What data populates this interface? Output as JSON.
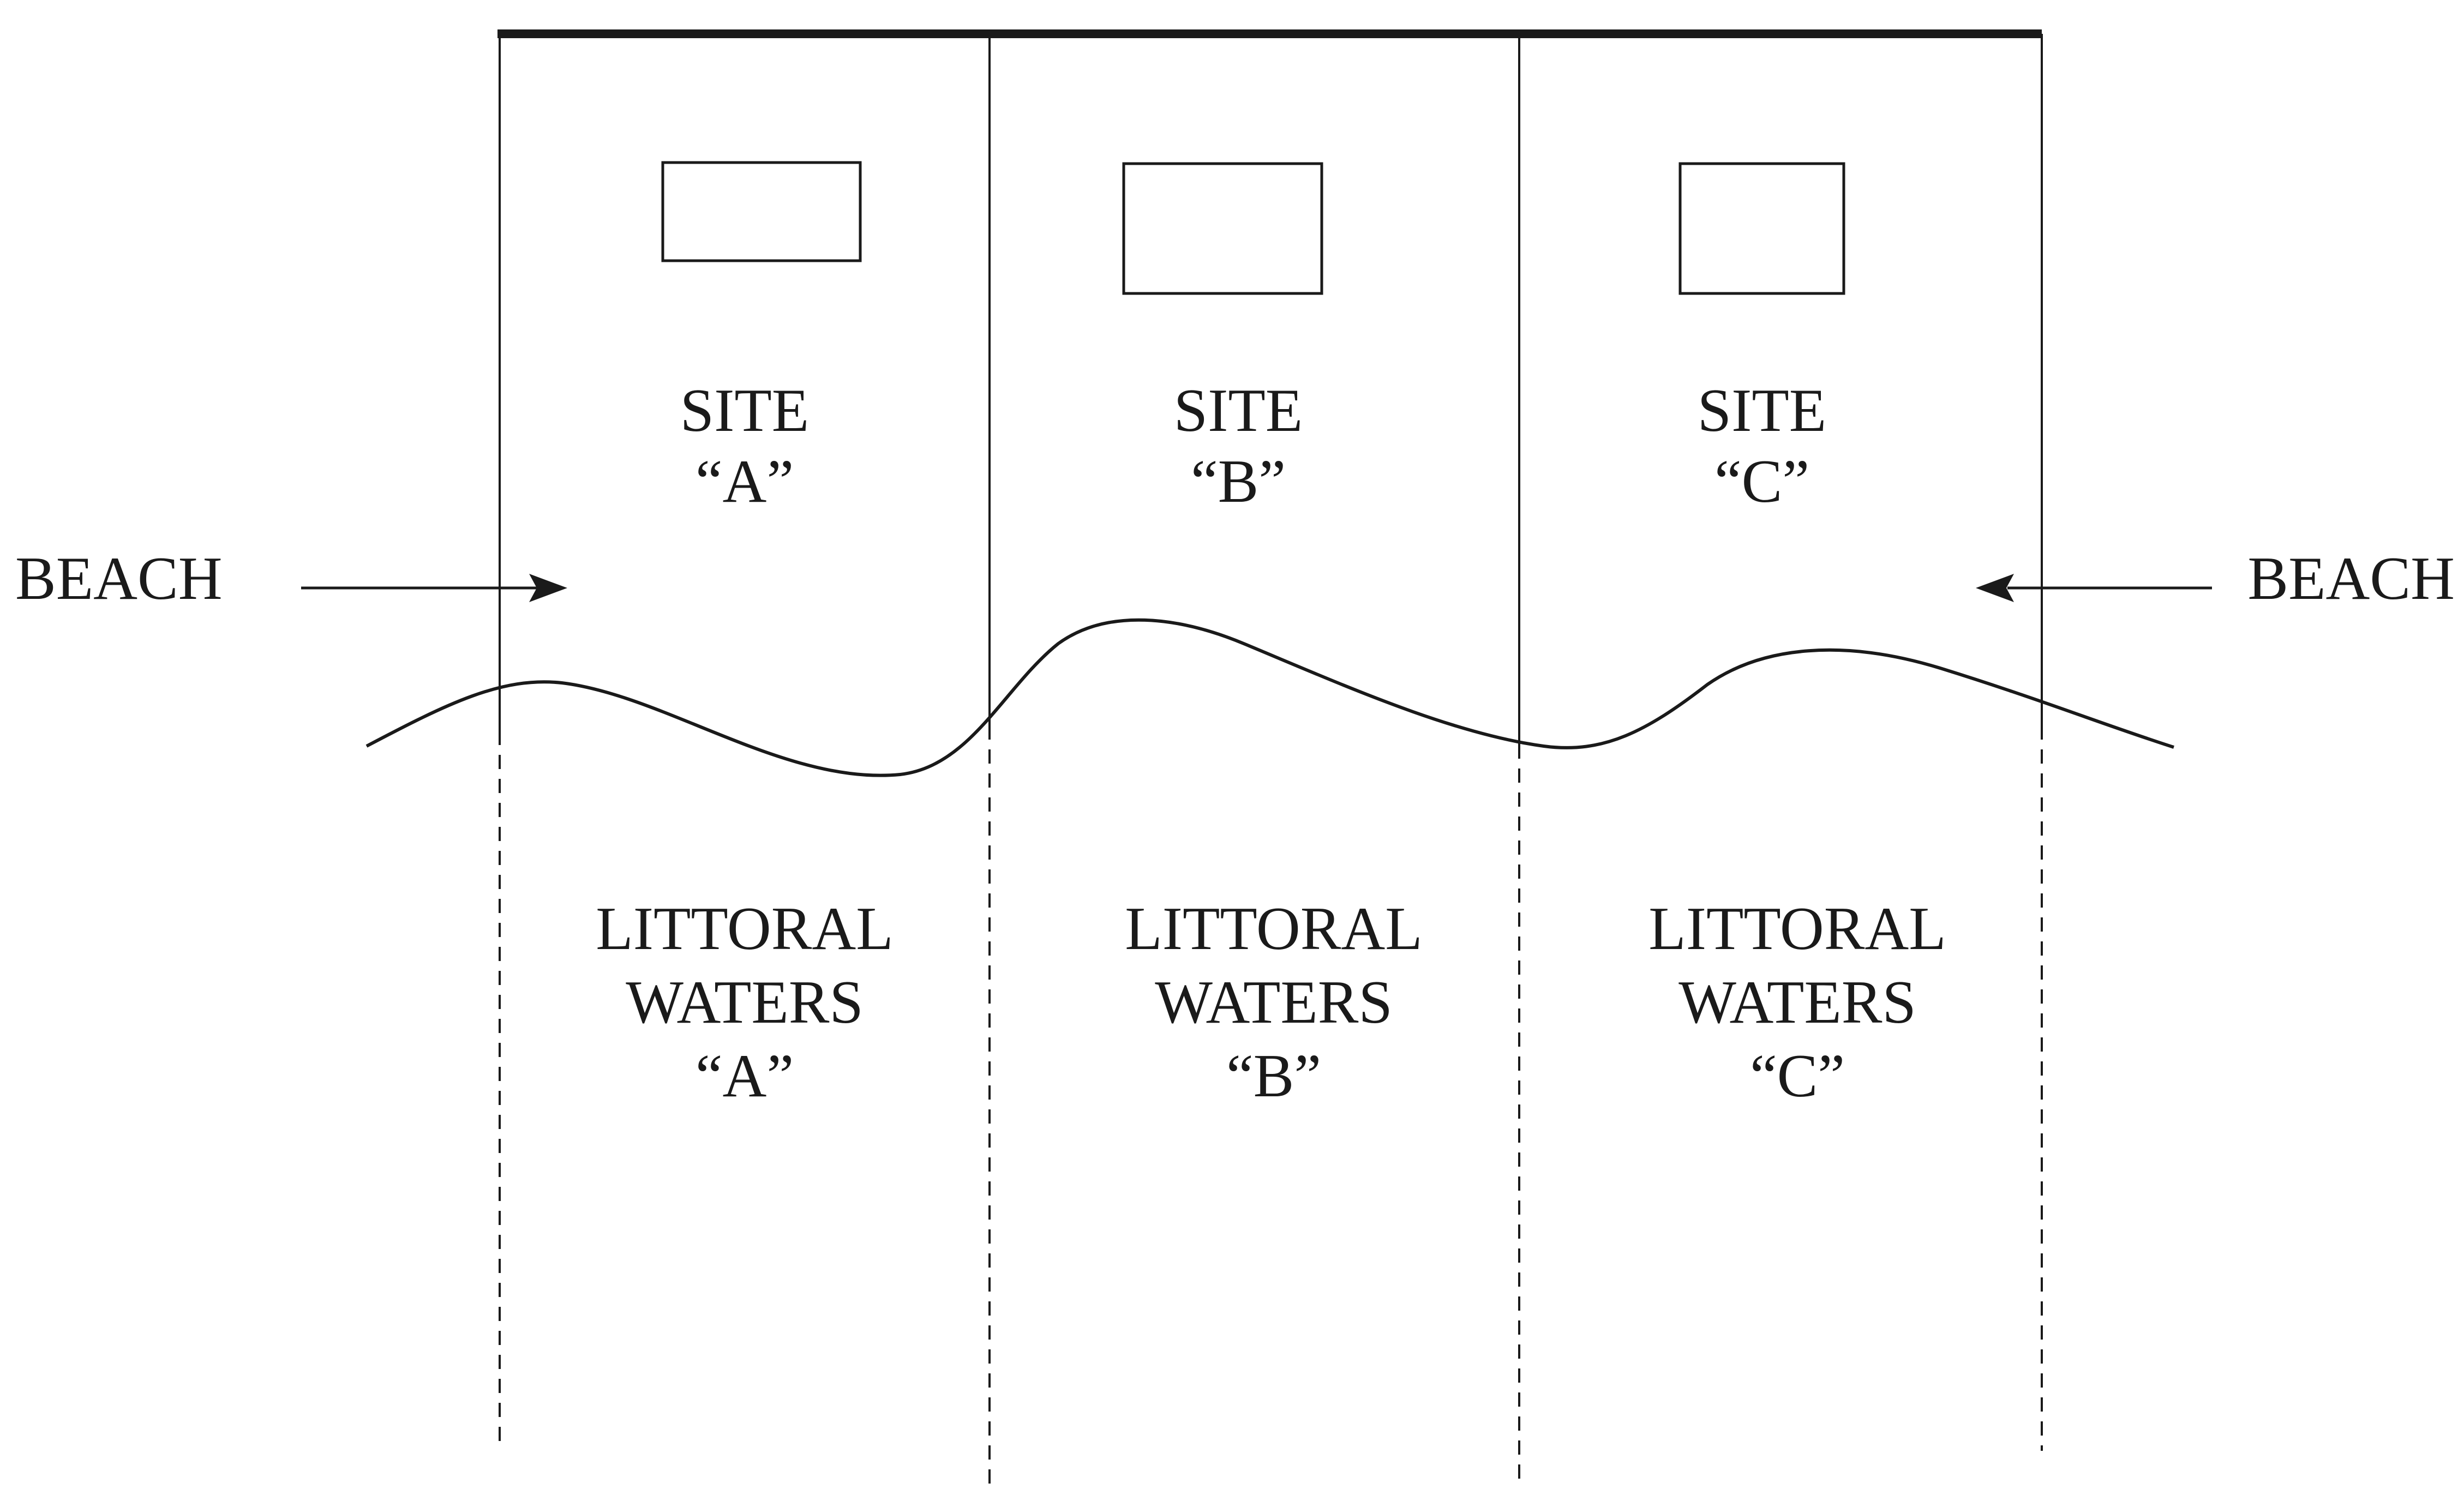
{
  "sites": [
    {
      "label": "SITE",
      "id": "“A”"
    },
    {
      "label": "SITE",
      "id": "“B”"
    },
    {
      "label": "SITE",
      "id": "“C”"
    }
  ],
  "waters": [
    {
      "line1": "LITTORAL",
      "line2": "WATERS",
      "id": "“A”"
    },
    {
      "line1": "LITTORAL",
      "line2": "WATERS",
      "id": "“B”"
    },
    {
      "line1": "LITTORAL",
      "line2": "WATERS",
      "id": "“C”"
    }
  ],
  "beach_left": "BEACH",
  "beach_right": "BEACH"
}
